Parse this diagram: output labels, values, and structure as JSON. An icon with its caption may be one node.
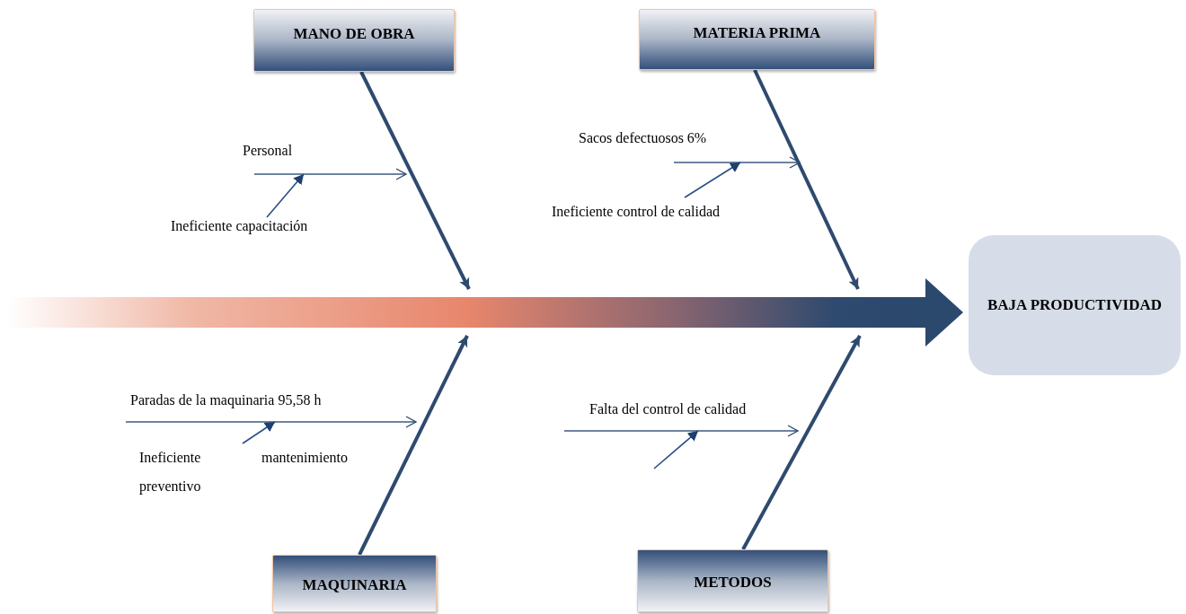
{
  "diagram": {
    "nodes": [
      {
        "text": [
          "MANO DE OBRA"
        ]
      },
      {
        "text": [
          "MATERIA PRIMA"
        ]
      },
      {
        "text": [
          "Personal"
        ]
      },
      {
        "text": [
          "Sacos defectuosos 6%"
        ]
      },
      {
        "text": [
          "Ineficiente capacitación"
        ]
      },
      {
        "text": [
          "Ineficiente control de calidad"
        ]
      },
      {
        "text": [
          "BAJA PRODUCTIVIDAD"
        ]
      },
      {
        "text": [
          "Paradas de la maquinaria 95,58 h"
        ]
      },
      {
        "text": [
          "Falta del control de calidad"
        ]
      },
      {
        "text": [
          "Ineficiente mantenimiento preventivo"
        ]
      },
      {
        "text": [
          "MAQUINARIA"
        ]
      },
      {
        "text": [
          "METODOS"
        ]
      }
    ],
    "edges": [
      {
        "from": null,
        "to": 6,
        "arrow": "to",
        "style": "thick"
      },
      {
        "from": 0,
        "to": null,
        "arrow": "to",
        "style": "thick"
      },
      {
        "from": 1,
        "to": null,
        "arrow": "to",
        "style": "thick"
      },
      {
        "from": 10,
        "to": null,
        "arrow": "to",
        "style": "thick"
      },
      {
        "from": 11,
        "to": null,
        "arrow": "to",
        "style": "thick"
      },
      {
        "from": 2,
        "to": null,
        "arrow": "to"
      },
      {
        "from": 3,
        "to": null,
        "arrow": "to"
      },
      {
        "from": 7,
        "to": null,
        "arrow": "to"
      },
      {
        "from": 8,
        "to": null,
        "arrow": "to"
      },
      {
        "from": 4,
        "to": 2,
        "arrow": "to"
      },
      {
        "from": 5,
        "to": 3,
        "arrow": "to"
      },
      {
        "from": 9,
        "to": 7,
        "arrow": "to"
      },
      {
        "from": null,
        "to": 8,
        "arrow": "to"
      }
    ]
  }
}
